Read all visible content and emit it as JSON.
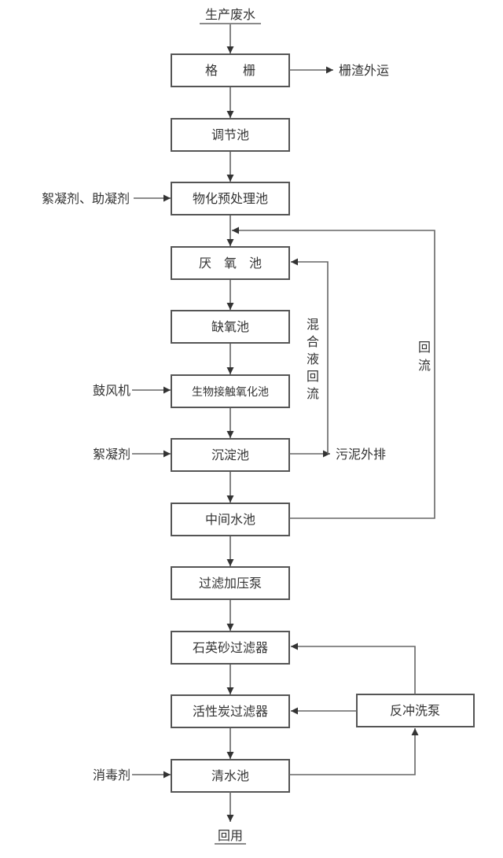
{
  "diagram": {
    "title": "",
    "input": "生产废水",
    "output": "回用",
    "process_steps": [
      {
        "id": "grid",
        "label": "格　　栅"
      },
      {
        "id": "equalization",
        "label": "调节池"
      },
      {
        "id": "pretreatment",
        "label": "物化预处理池"
      },
      {
        "id": "anaerobic",
        "label": "厌　氧　池"
      },
      {
        "id": "anoxic",
        "label": "缺氧池"
      },
      {
        "id": "bio_contact_oxidation",
        "label": "生物接触氧化池"
      },
      {
        "id": "sedimentation",
        "label": "沉淀池"
      },
      {
        "id": "intermediate",
        "label": "中间水池"
      },
      {
        "id": "filter_pump",
        "label": "过滤加压泵"
      },
      {
        "id": "quartz_filter",
        "label": "石英砂过滤器"
      },
      {
        "id": "carbon_filter",
        "label": "活性炭过滤器"
      },
      {
        "id": "clear_water",
        "label": "清水池"
      }
    ],
    "side_box": {
      "id": "backwash_pump",
      "label": "反冲洗泵"
    },
    "side_inputs": [
      {
        "target": "pretreatment",
        "label": "絮凝剂、助凝剂"
      },
      {
        "target": "bio_contact_oxidation",
        "label": "鼓风机"
      },
      {
        "target": "sedimentation",
        "label": "絮凝剂"
      },
      {
        "target": "clear_water",
        "label": "消毒剂"
      }
    ],
    "side_outputs": [
      {
        "source": "grid",
        "label": "栅渣外运"
      },
      {
        "source": "sedimentation",
        "label": "污泥外排"
      }
    ],
    "loops": [
      {
        "from": "sedimentation",
        "to": "anaerobic",
        "label": [
          "混",
          "合",
          "液",
          "回",
          "流"
        ]
      },
      {
        "from": "intermediate",
        "to": "anaerobic-inlet",
        "label": [
          "回",
          "流"
        ]
      },
      {
        "from": "clear_water",
        "to": "backwash_pump",
        "label": ""
      },
      {
        "from": "backwash_pump",
        "to": "carbon_filter",
        "label": ""
      },
      {
        "from": "backwash_pump",
        "to": "quartz_filter",
        "label": ""
      }
    ]
  }
}
